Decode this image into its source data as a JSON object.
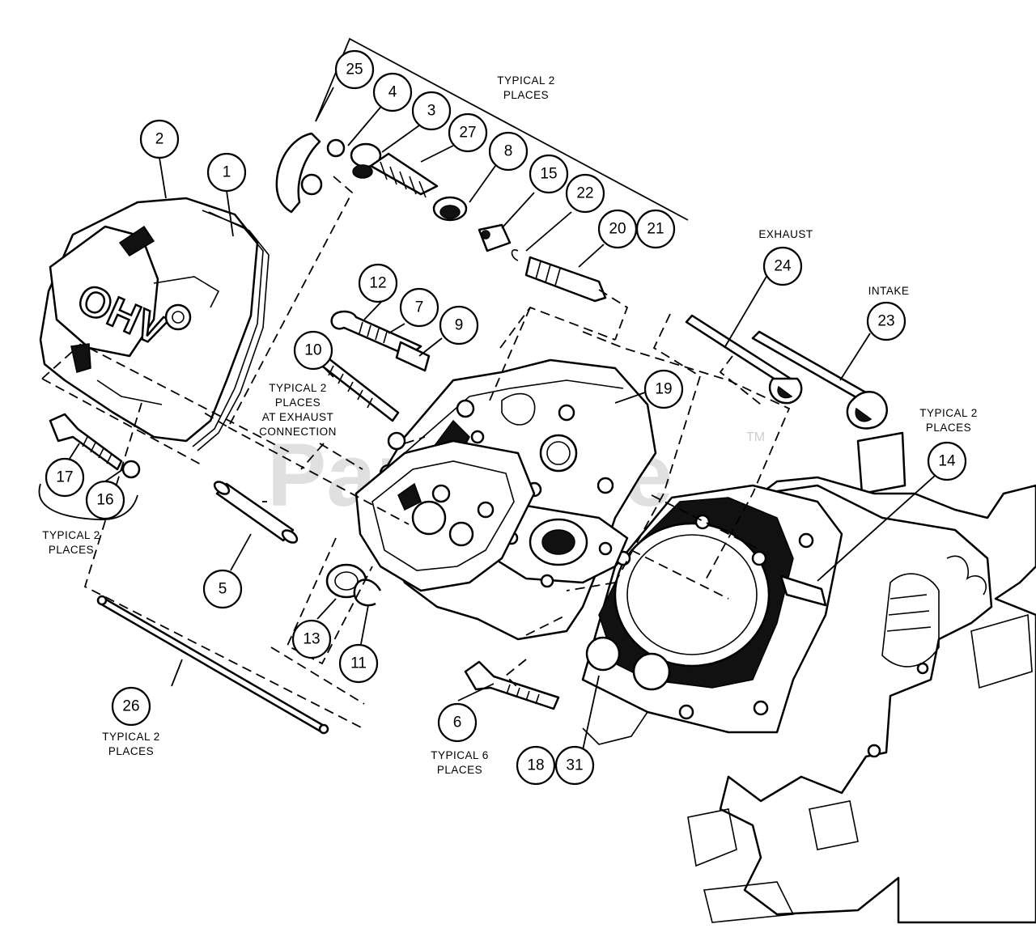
{
  "watermark": {
    "text": "PartsTree",
    "trademark": "TM"
  },
  "cover_logo": "OHV",
  "callouts": {
    "c1": "1",
    "c2": "2",
    "c3": "3",
    "c4": "4",
    "c5": "5",
    "c6": "6",
    "c7": "7",
    "c8": "8",
    "c9": "9",
    "c10": "10",
    "c11": "11",
    "c12": "12",
    "c13": "13",
    "c14": "14",
    "c15": "15",
    "c16": "16",
    "c17": "17",
    "c18": "18",
    "c19": "19",
    "c20": "20",
    "c21": "21",
    "c22": "22",
    "c23": "23",
    "c24": "24",
    "c25": "25",
    "c26": "26",
    "c27": "27",
    "c31": "31"
  },
  "notes": {
    "typical2_top": [
      "TYPICAL 2",
      "PLACES"
    ],
    "typical2_exhaust": [
      "TYPICAL 2",
      "PLACES",
      "AT EXHAUST",
      "CONNECTION"
    ],
    "typical2_left": [
      "TYPICAL 2",
      "PLACES"
    ],
    "typical2_pushrod": [
      "TYPICAL 2",
      "PLACES"
    ],
    "typical6": [
      "TYPICAL 6",
      "PLACES"
    ],
    "typical2_right": [
      "TYPICAL 2",
      "PLACES"
    ],
    "exhaust": "EXHAUST",
    "intake": "INTAKE"
  }
}
